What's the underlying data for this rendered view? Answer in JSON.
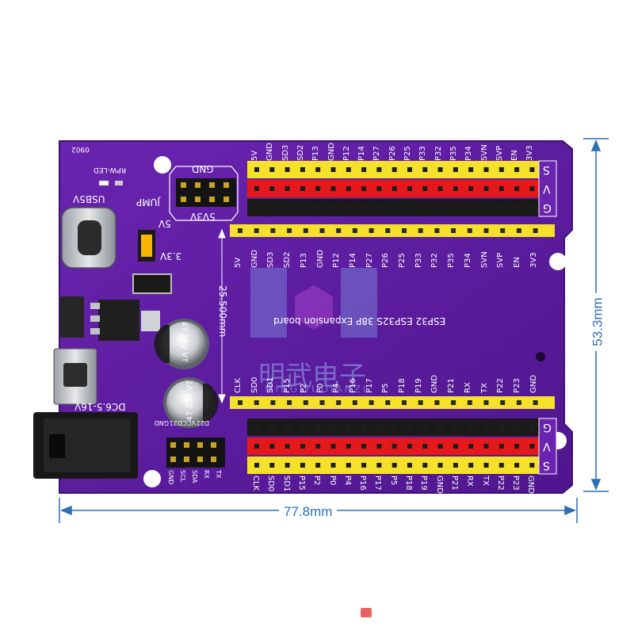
{
  "image": {
    "dimensions": {
      "width_label": "77.8mm",
      "height_label": "53.3mm",
      "pitch_label": "25.500mm"
    },
    "board": {
      "title": "ESP32 ESP32S 38P Expansion board",
      "code": "0902",
      "led_label": "RPW-LED",
      "usb_label": "USB5V",
      "jump_label": "JUMP",
      "jump_5v": "5V",
      "jump_33v": "3.3V",
      "gnd_label": "GND",
      "supply_5v_33v": "5V3V",
      "dc_label": "DC6.5-16V",
      "cap_values": [
        "47 35V VT",
        "47 35V VT"
      ],
      "uart_header_top": [
        "GND",
        "D21",
        "VCC",
        "D22"
      ],
      "uart_header_bottom": [
        "GND",
        "SCL",
        "SDA",
        "RX",
        "TX"
      ],
      "rail_top_labels": [
        "S",
        "V",
        "G"
      ],
      "rail_bottom_labels": [
        "G",
        "V",
        "S"
      ],
      "watermark": "明武电子",
      "watermark_sub": "MINGWUDIANZI"
    },
    "top_header_pins": [
      "5V",
      "GND",
      "SD3",
      "SD2",
      "P13",
      "GND",
      "P12",
      "P14",
      "P27",
      "P26",
      "P25",
      "P33",
      "P32",
      "P35",
      "P34",
      "SVN",
      "SVP",
      "EN",
      "3V3"
    ],
    "top_inner_pins": [
      "5V",
      "GND",
      "SD3",
      "SD2",
      "P13",
      "GND",
      "P12",
      "P14",
      "P27",
      "P26",
      "P25",
      "P33",
      "P32",
      "P35",
      "P34",
      "SVN",
      "SVP",
      "EN",
      "3V3"
    ],
    "bottom_inner_pins": [
      "CLK",
      "SD0",
      "SD1",
      "P15",
      "P2",
      "P0",
      "P4",
      "P16",
      "P17",
      "P5",
      "P18",
      "P19",
      "GND",
      "P21",
      "RX",
      "TX",
      "P22",
      "P23",
      "GND"
    ],
    "bottom_header_pins": [
      "CLK",
      "SD0",
      "SD1",
      "P15",
      "P2",
      "P0",
      "P4",
      "P16",
      "P17",
      "P5",
      "P18",
      "P19",
      "GND",
      "P21",
      "RX",
      "TX",
      "P22",
      "P23",
      "GND"
    ],
    "colors": {
      "board": "#5a1c9c",
      "board_edge": "#4a1486",
      "dimension": "#2d6fb8",
      "yellow": "#f5e12b",
      "red": "#e5191b",
      "black": "#1a1a1a"
    }
  }
}
